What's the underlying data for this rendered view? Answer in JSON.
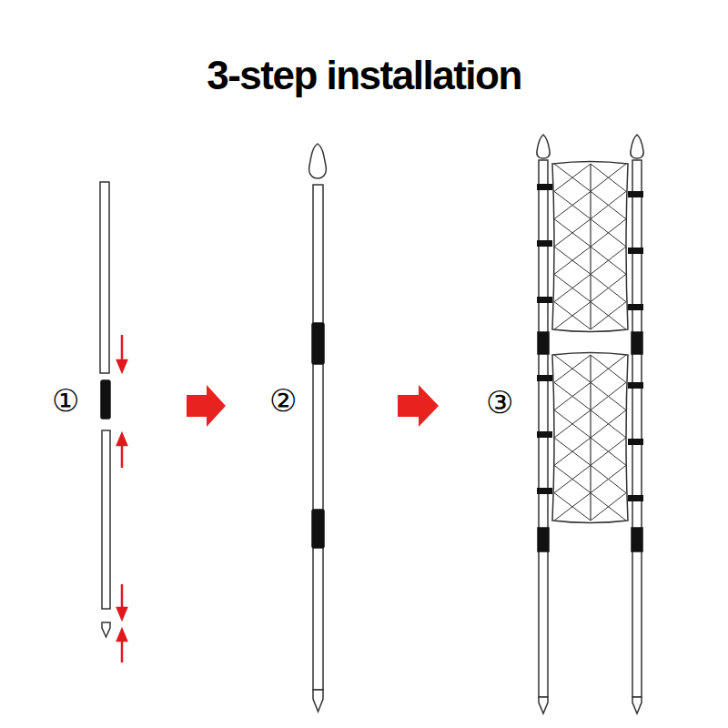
{
  "diagram": {
    "title": "3-step installation",
    "labels": [
      "①",
      "②",
      "③"
    ]
  }
}
